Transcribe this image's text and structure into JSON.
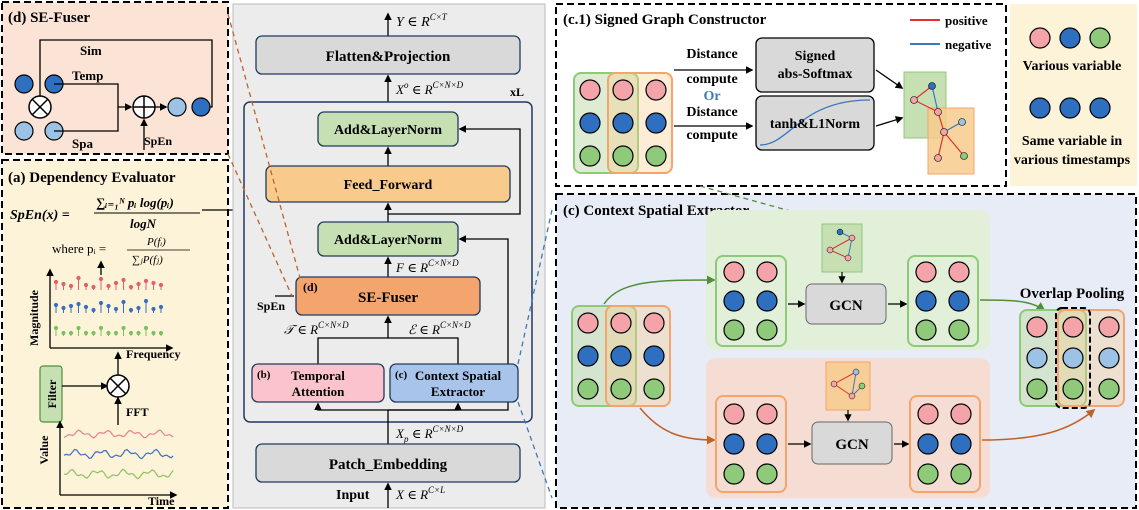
{
  "panel_d": {
    "title": "(d) SE-Fuser",
    "sim": "Sim",
    "temp": "Temp",
    "spa": "Spa",
    "spen": "SpEn"
  },
  "panel_a": {
    "title": "(a) Dependency Evaluator",
    "formula_lhs": "SpEn(x) =",
    "formula_num": "∑ᵢ₌₁ᴺ pᵢ log(pᵢ)",
    "formula_den": "logN",
    "where_text": "where pᵢ =",
    "where_num": "P(fᵢ)",
    "where_den": "∑ⱼP(fⱼ)",
    "magnitude": "Magnitude",
    "frequency": "Frequency",
    "filter": "Filter",
    "fft": "FFT",
    "value": "Value",
    "time": "Time"
  },
  "center": {
    "output": "Y ∈ R",
    "output_sup": "C×T",
    "flatten": "Flatten&Projection",
    "xo": "X",
    "xo_sup": "o",
    "xo_rest": " ∈ R",
    "xo_dim": "C×N×D",
    "xl": "xL",
    "add_norm_top": "Add&LayerNorm",
    "feed_forward": "Feed_Forward",
    "add_norm_mid": "Add&LayerNorm",
    "f_var": "F ∈ R",
    "f_dim": "C×N×D",
    "se_fuser_tag": "(d)",
    "se_fuser": "SE-Fuser",
    "spen": "SpEn",
    "t_var": "𝒯 ∈ R",
    "t_dim": "C×N×D",
    "e_var": "ℰ ∈ R",
    "e_dim": "C×N×D",
    "temporal_tag": "(b)",
    "temporal_1": "Temporal",
    "temporal_2": "Attention",
    "cse_tag": "(c)",
    "cse_1": "Context Spatial",
    "cse_2": "Extractor",
    "xp": "X",
    "xp_sub": "p",
    "xp_rest": " ∈ R",
    "xp_dim": "C×N×D",
    "patch": "Patch_Embedding",
    "input_label": "Input",
    "x_in": "X ∈ R",
    "x_in_dim": "C×L"
  },
  "panel_c1": {
    "title": "(c.1) Signed Graph Constructor",
    "distance_1": "Distance",
    "compute_1": "compute",
    "or": "Or",
    "distance_2": "Distance",
    "compute_2": "compute",
    "signed_1": "Signed",
    "signed_2": "abs-Softmax",
    "tanh": "tanh&L1Norm",
    "positive": "positive",
    "negative": "negative"
  },
  "legend": {
    "various_variable": "Various variable",
    "same_1": "Same variable in",
    "same_2": "various timestamps"
  },
  "panel_c": {
    "title": "(c) Context Spatial Extractor",
    "gcn_top": "GCN",
    "gcn_bottom": "GCN",
    "overlap": "Overlap Pooling"
  },
  "colors": {
    "pink": "#f4a3a8",
    "blue": "#2f6fbf",
    "green": "#8fc97a",
    "light_blue": "#9cc3e6",
    "add_norm": "#c6e0b4",
    "feed_forward": "#f8cb8c",
    "se_fuser": "#f4a46d",
    "temporal": "#fbc4cc",
    "cse": "#a9c4ea",
    "gray_box": "#d9d9d9",
    "positive": "#e03030",
    "negative": "#3a78c0"
  }
}
